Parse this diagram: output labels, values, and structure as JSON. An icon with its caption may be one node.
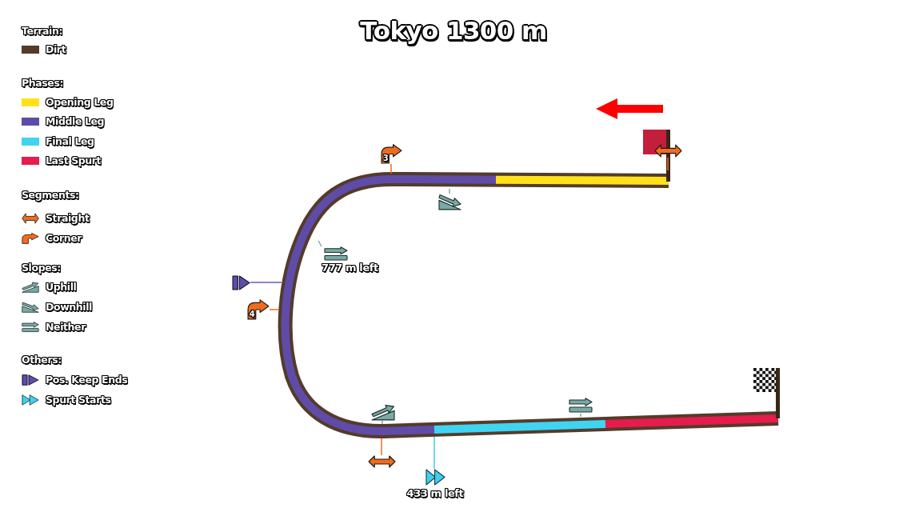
{
  "diagram": {
    "title": "Tokyo 1300 m",
    "nodes": [
      {
        "text": [
          "3"
        ]
      },
      {
        "text": [],
        "shape": "picture"
      },
      {
        "text": [],
        "shape": "picture"
      },
      {
        "text": [
          "777 m left"
        ]
      },
      {
        "text": [],
        "shape": "picture"
      },
      {
        "text": [
          "4"
        ]
      },
      {
        "text": [],
        "shape": "picture"
      },
      {
        "text": [],
        "shape": "picture"
      },
      {
        "text": [],
        "shape": "picture"
      },
      {
        "text": [
          "433 m left"
        ]
      }
    ],
    "edges": [
      {
        "from": 0,
        "to": null,
        "arrow": "none",
        "color": "#f26b1d"
      },
      {
        "from": 1,
        "to": null,
        "arrow": "none",
        "color": "#f26b1d"
      },
      {
        "from": 2,
        "to": null,
        "arrow": "none",
        "color": "#78aaa6"
      },
      {
        "from": 3,
        "to": null,
        "arrow": "none",
        "color": "#78aaa6"
      },
      {
        "from": 4,
        "to": null,
        "arrow": "none",
        "color": "#6b58b8"
      },
      {
        "from": 5,
        "to": null,
        "arrow": "none",
        "color": "#f26b1d"
      },
      {
        "from": 6,
        "to": null,
        "arrow": "none",
        "color": "#78aaa6"
      },
      {
        "from": 7,
        "to": null,
        "arrow": "none",
        "color": "#78aaa6"
      },
      {
        "from": 8,
        "to": null,
        "arrow": "none",
        "color": "#f26b1d"
      },
      {
        "from": 9,
        "to": null,
        "arrow": "none",
        "color": "#3fd0f0"
      }
    ],
    "labels": [
      "Terrain:",
      "Phases:",
      "Segments:",
      "Slopes:",
      "Others:"
    ],
    "legend": [
      {
        "text": "Dirt",
        "color": "#543b2a"
      },
      {
        "text": "Opening Leg",
        "color": "#ffe11a"
      },
      {
        "text": "Middle Leg",
        "color": "#5f4ca8"
      },
      {
        "text": "Final Leg",
        "color": "#40d4f2"
      },
      {
        "text": "Last Spurt",
        "color": "#e51c4c"
      },
      {
        "text": "Straight"
      },
      {
        "text": "Corner"
      },
      {
        "text": "Uphill"
      },
      {
        "text": "Downhill"
      },
      {
        "text": "Neither"
      },
      {
        "text": "Pos. Keep Ends"
      },
      {
        "text": "Spurt Starts"
      }
    ]
  }
}
